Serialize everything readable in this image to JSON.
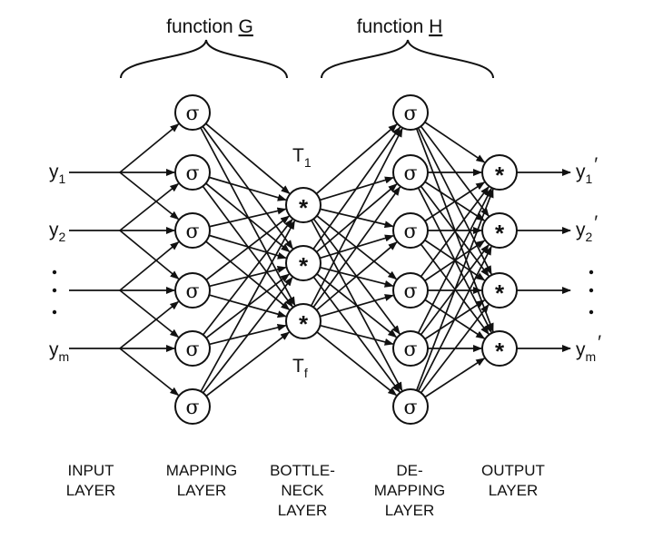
{
  "functions": {
    "g": {
      "prefix": "function",
      "letter": "G"
    },
    "h": {
      "prefix": "function",
      "letter": "H"
    }
  },
  "node_symbols": {
    "sigmoid": "σ",
    "linear": "*"
  },
  "inputs": [
    {
      "main": "y",
      "sub": "1"
    },
    {
      "main": "y",
      "sub": "2"
    },
    {
      "main": ":",
      "sub": ""
    },
    {
      "main": "y",
      "sub": "m"
    }
  ],
  "outputs": [
    {
      "main": "y",
      "sub": "1",
      "prime": "′"
    },
    {
      "main": "y",
      "sub": "2",
      "prime": "′"
    },
    {
      "main": ":",
      "sub": "",
      "prime": ""
    },
    {
      "main": "y",
      "sub": "m",
      "prime": "′"
    }
  ],
  "bottleneck_labels": {
    "top": {
      "main": "T",
      "sub": "1"
    },
    "bottom": {
      "main": "T",
      "sub": "f"
    }
  },
  "layers": [
    {
      "lines": [
        "INPUT",
        "LAYER"
      ]
    },
    {
      "lines": [
        "MAPPING",
        "LAYER"
      ]
    },
    {
      "lines": [
        "BOTTLE-",
        "NECK",
        "LAYER"
      ]
    },
    {
      "lines": [
        "DE-",
        "MAPPING",
        "LAYER"
      ]
    },
    {
      "lines": [
        "OUTPUT",
        "LAYER"
      ]
    }
  ],
  "architecture": {
    "input_nodes": 4,
    "mapping_nodes": 6,
    "bottleneck_nodes": 3,
    "demapping_nodes": 6,
    "output_nodes": 4
  }
}
